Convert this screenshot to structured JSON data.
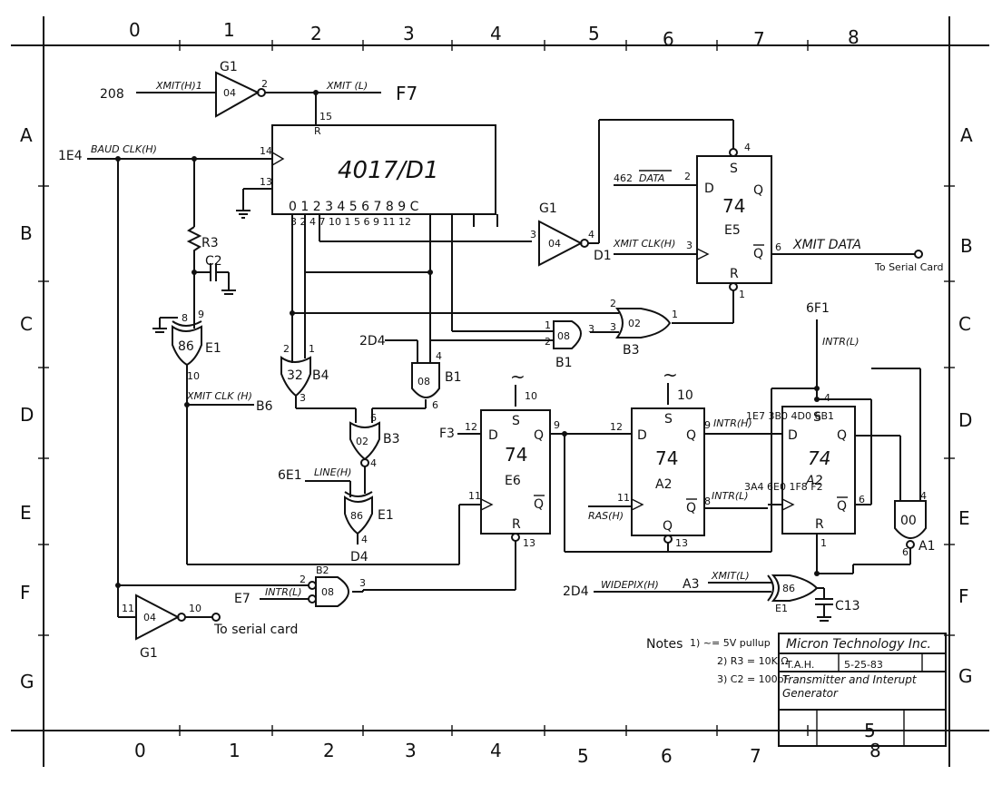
{
  "grid": {
    "columns": [
      "0",
      "1",
      "2",
      "3",
      "4",
      "5",
      "6",
      "7",
      "8"
    ],
    "rows": [
      "A",
      "B",
      "C",
      "D",
      "E",
      "F",
      "G"
    ]
  },
  "labels": {
    "in_208": "208",
    "xmit_h": "XMIT(H)1",
    "g1_top": "G1",
    "g1_top_gate": "04",
    "pin_2": "2",
    "xmit_l_top": "XMIT (L)",
    "f7": "F7",
    "pin_15": "15",
    "r": "R",
    "in_1e4": "1E4",
    "baud_clk": "BAUD CLK(H)",
    "pin_14": "14",
    "pin_13": "13",
    "counter": "4017/D1",
    "counter_outputs": "0 1 2 3 4 5 6 7 8 9 C",
    "counter_pins": "3 2 4 7 10 1 5 6 9 11 12",
    "r3": "R3",
    "c2": "C2",
    "pin_8": "8",
    "pin_9": "9",
    "e1_left_gate": "86",
    "e1_left": "E1",
    "pin_10": "10",
    "xmit_clk_h_left": "XMIT CLK (H)",
    "b6": "B6",
    "g1_mid": "G1",
    "g1_mid_gate": "04",
    "pin_3": "3",
    "pin_4": "4",
    "d1": "D1",
    "ff_e5_num": "74",
    "ff_e5": "E5",
    "in_462": "462",
    "data_bar": "DATA",
    "xmit_clk_h_e5": "XMIT CLK(H)",
    "s": "S",
    "d": "D",
    "q": "Q",
    "qbar": "Q",
    "xmit_data": "XMIT  DATA",
    "pin_6": "6",
    "to_serial_card_right": "To Serial Card",
    "pin_1": "1",
    "gate_02_c": "02",
    "b3_c": "B3",
    "gate_08_c": "08",
    "b1_c": "B1",
    "gate_32": "32",
    "b4": "B4",
    "in_2d4": "2D4",
    "gate_08_d": "08",
    "b1_d": "B1",
    "gate_02_d": "02",
    "b3_d": "B3",
    "in_6e1": "6E1",
    "line_h": "LINE(H)",
    "gate_86_e": "86",
    "e1_e": "E1",
    "d4": "D4",
    "tilde": "~",
    "f3": "F3",
    "pin_12": "12",
    "ff_e6_num": "74",
    "ff_e6": "E6",
    "pin_11": "11",
    "ff_a2_num": "74",
    "ff_a2": "A2",
    "ras_h": "RAS(H)",
    "intr_h": "INTR(H)",
    "intr_h_refs": "1E7 3B0 4D0 6B1",
    "intr_l": "INTR(L)",
    "intr_l_refs": "3A4 6E0 1F8 F2",
    "ff_a2b_num": "74",
    "ff_a2b": "A2",
    "in_6f1": "6F1",
    "gate_00": "00",
    "a1": "A1",
    "b2": "B2",
    "in_e7": "E7",
    "intr_l_b2": "INTR(L)",
    "gate_08_f": "08",
    "in_2d4_f": "2D4",
    "widepix": "WIDEPIX(H)",
    "a3": "A3",
    "xmit_l_f": "XMIT(L)",
    "gate_86_f": "86",
    "e1_f": "E1",
    "c13": "C13",
    "g1_bottom": "G1",
    "g1_bottom_gate": "04",
    "to_serial_card_bottom": "To serial card"
  },
  "notes": {
    "heading": "Notes",
    "n1": "1) ~= 5V pullup",
    "n2": "2) R3 = 10K Ω",
    "n3": "3) C2 = 100pF"
  },
  "title_block": {
    "company": "Micron Technology Inc.",
    "drawn_by": "T.A.H.",
    "date": "5-25-83",
    "title": "Transmitter and Interupt Generator",
    "dwg_no": "5"
  }
}
